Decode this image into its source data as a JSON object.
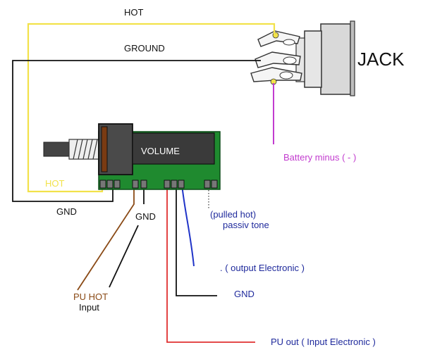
{
  "labels": {
    "hot_top": "HOT",
    "ground_top": "GROUND",
    "jack": "JACK",
    "battery_minus": "Battery minus ( - )",
    "volume": "VOLUME",
    "hot_left": "HOT",
    "gnd_left": "GND",
    "gnd_mid": "GND",
    "pulled_hot": "(pulled hot)",
    "passiv_tone": "passiv tone",
    "output_electronic": ". ( output Electronic )",
    "gnd_right": "GND",
    "pu_hot": "PU HOT",
    "input": "Input",
    "pu_out": "PU out ( Input Electronic )"
  },
  "colors": {
    "hot_wire": "#f2e24a",
    "ground_wire": "#111111",
    "battery_wire": "#c23ccf",
    "pu_hot_wire": "#8a4a16",
    "pu_out_wire": "#e03030",
    "output_wire": "#2034c8",
    "pcb": "#1f8a2f",
    "pot_body": "#3a3a3a",
    "label_blue": "#1f2a9c",
    "battery_label": "#c23ccf",
    "pu_hot_label": "#8a4a16"
  }
}
